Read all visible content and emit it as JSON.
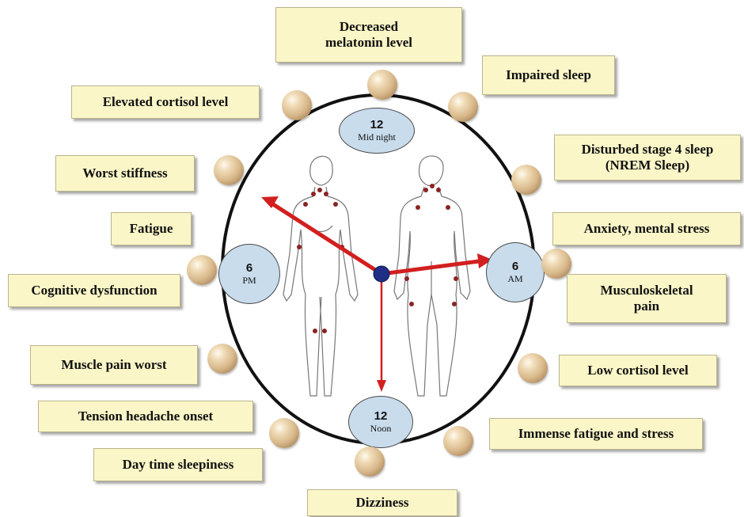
{
  "clock": {
    "markers": {
      "top": {
        "number": "12",
        "label": "Mid night"
      },
      "right": {
        "number": "6",
        "label": "AM"
      },
      "bottom": {
        "number": "12",
        "label": "Noon"
      },
      "left": {
        "number": "6",
        "label": "PM"
      }
    }
  },
  "labels": {
    "decreased_melatonin": "Decreased\nmelatonin level",
    "impaired_sleep": "Impaired sleep",
    "disturbed_stage4": "Disturbed stage 4 sleep\n(NREM Sleep)",
    "anxiety": "Anxiety, mental stress",
    "musculoskeletal_pain": "Musculoskeletal\npain",
    "low_cortisol": "Low cortisol level",
    "immense_fatigue": "Immense fatigue and stress",
    "dizziness": "Dizziness",
    "day_time_sleepiness": "Day time sleepiness",
    "tension_headache": "Tension headache onset",
    "muscle_pain_worst": "Muscle pain worst",
    "cognitive_dysfunction": "Cognitive dysfunction",
    "fatigue": "Fatigue",
    "worst_stiffness": "Worst stiffness",
    "elevated_cortisol": "Elevated cortisol level"
  },
  "colors": {
    "hand": "#d21f1f",
    "pivot": "#1f2f86",
    "marker_fill": "#c8dcec",
    "label_fill": "#fbf6c7",
    "tender_point": "#8c2323"
  }
}
